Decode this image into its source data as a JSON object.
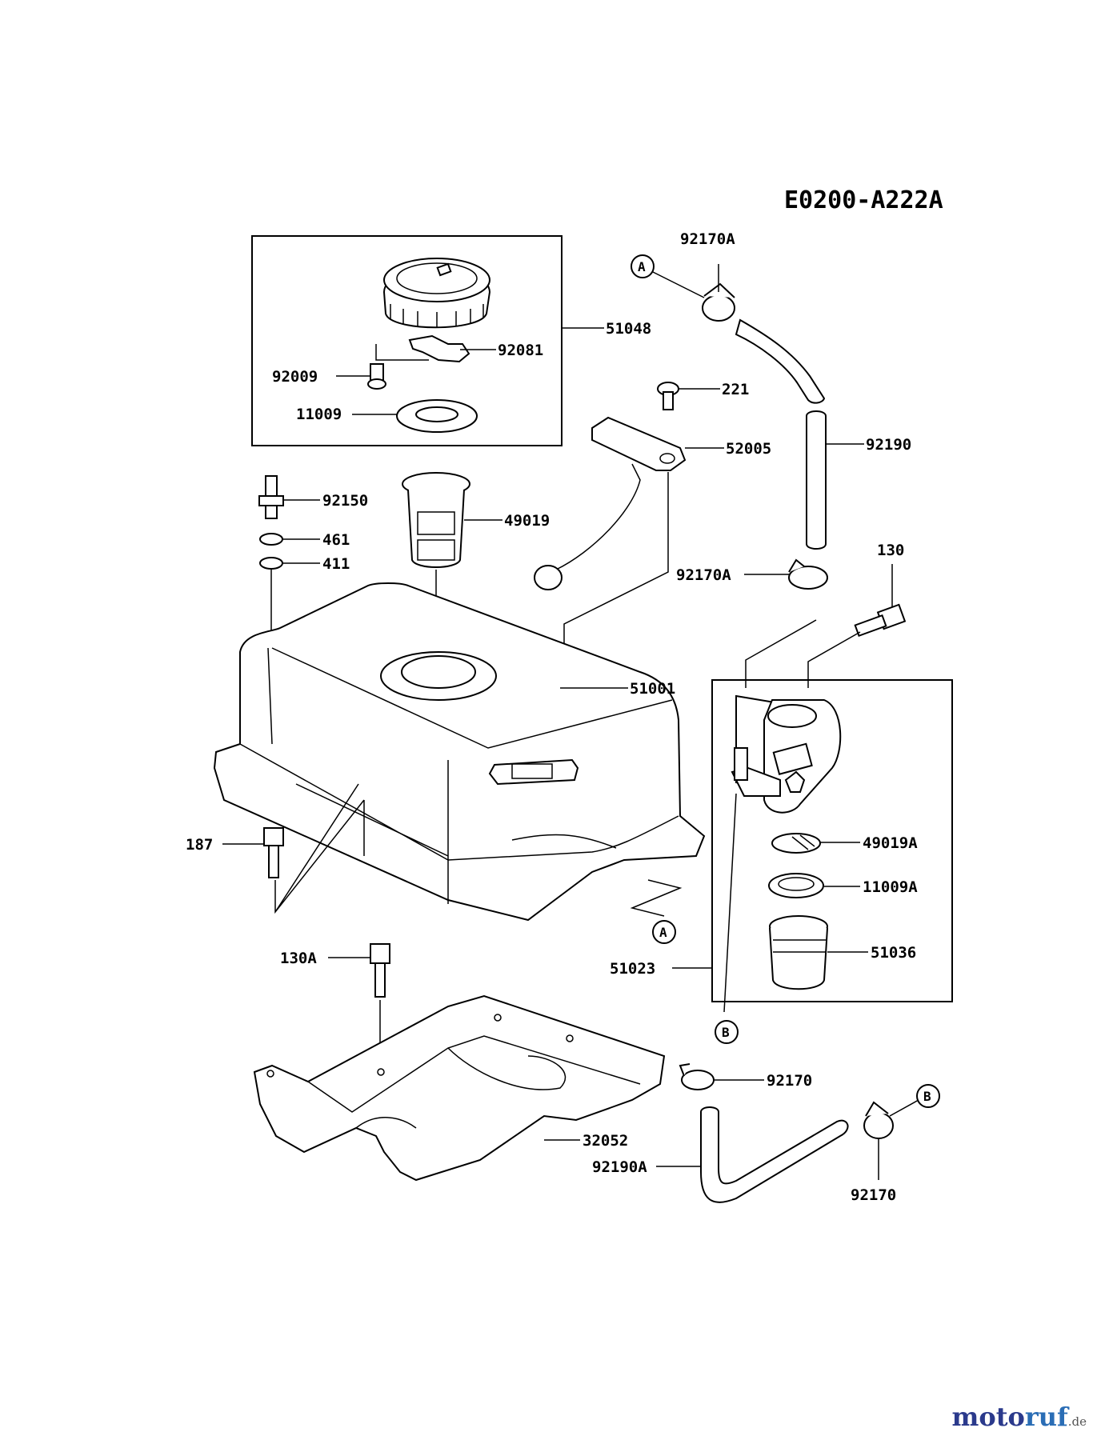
{
  "diagram_code": "E0200-A222A",
  "callouts": {
    "a": "A",
    "b": "B"
  },
  "parts": {
    "p92170A_top": "92170A",
    "p51048": "51048",
    "p92081": "92081",
    "p92009": "92009",
    "p11009": "11009",
    "p221": "221",
    "p52005": "52005",
    "p92190": "92190",
    "p92150": "92150",
    "p49019": "49019",
    "p461": "461",
    "p411": "411",
    "p130": "130",
    "p92170A_mid": "92170A",
    "p51001": "51001",
    "p187": "187",
    "p49019A": "49019A",
    "p11009A": "11009A",
    "p51036": "51036",
    "p51023": "51023",
    "p130A": "130A",
    "p92170_a": "92170",
    "p32052": "32052",
    "p92190A": "92190A",
    "p92170_b": "92170"
  },
  "watermark": {
    "part1": "moto",
    "part2": "ruf",
    "tld": ".de"
  }
}
